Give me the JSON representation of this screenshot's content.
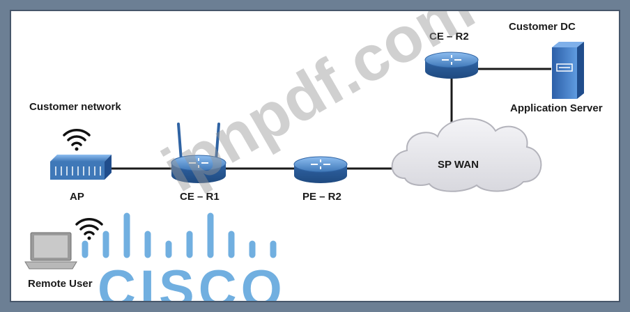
{
  "labels": {
    "customer_dc": "Customer DC",
    "ce_r2": "CE – R2",
    "application_server": "Application Server",
    "customer_network": "Customer network",
    "sp_wan": "SP WAN",
    "ap": "AP",
    "ce_r1": "CE – R1",
    "pe_r2": "PE – R2",
    "remote_user": "Remote User"
  },
  "watermark": {
    "text": "ipnpdf.com",
    "logo": "CISCO"
  },
  "colors": {
    "device_blue": "#3f78b8",
    "device_blue_light": "#6da3dd",
    "cloud": "#e8e8ec",
    "link": "#1a1a1a",
    "logo_blue": "#4e9bd8"
  }
}
